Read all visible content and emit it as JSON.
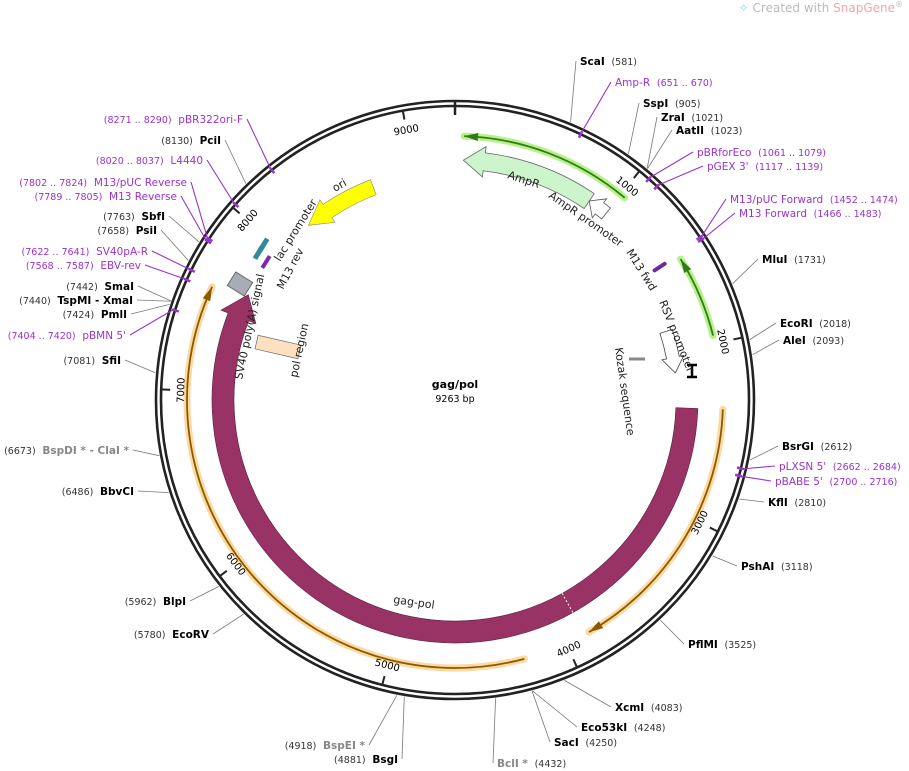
{
  "credit": {
    "prefix": "Created with ",
    "brand": "SnapGene",
    "mark": "®",
    "icon": "snapgene-logo-icon"
  },
  "map": {
    "name": "gag/pol",
    "length": "9263 bp",
    "total_bp": 9263
  },
  "ticks": [
    "1000",
    "2000",
    "3000",
    "4000",
    "5000",
    "6000",
    "7000",
    "8000",
    "9000"
  ],
  "features": {
    "ampr": "AmpR",
    "ampr_promoter": "AmpR promoter",
    "m13_fwd": "M13 fwd",
    "rsv_promoter": "RSV promoter",
    "kozak": "Kozak sequence",
    "gag_pol": "gag-pol",
    "ori": "ori",
    "lac_promoter": "lac promoter",
    "m13_rev": "M13 rev",
    "sv40": "SV40 poly(A) signal",
    "pol_region": "pol region"
  },
  "colors": {
    "gag_pol": "#993366",
    "ampr": "#ccf5cc",
    "ori": "#ffff00",
    "primer": "#9933cc",
    "highlight_green": "#b8f08a",
    "highlight_orange": "#fbd9a0"
  },
  "labels": [
    {
      "kind": "site",
      "name": "ScaI",
      "pos": "(581)",
      "bp": 581
    },
    {
      "kind": "primer",
      "name": "Amp-R",
      "pos": "(651 .. 670)",
      "bp": 651
    },
    {
      "kind": "site",
      "name": "SspI",
      "pos": "(905)",
      "bp": 905
    },
    {
      "kind": "site",
      "name": "ZraI",
      "pos": "(1021)",
      "bp": 1021
    },
    {
      "kind": "site",
      "name": "AatII",
      "pos": "(1023)",
      "bp": 1023
    },
    {
      "kind": "primer",
      "name": "pBRforEco",
      "pos": "(1061 .. 1079)",
      "bp": 1061
    },
    {
      "kind": "primer",
      "name": "pGEX 3'",
      "pos": "(1117 .. 1139)",
      "bp": 1117
    },
    {
      "kind": "primer",
      "name": "M13/pUC Forward",
      "pos": "(1452 .. 1474)",
      "bp": 1452
    },
    {
      "kind": "primer",
      "name": "M13 Forward",
      "pos": "(1466 .. 1483)",
      "bp": 1466
    },
    {
      "kind": "site",
      "name": "MluI",
      "pos": "(1731)",
      "bp": 1731
    },
    {
      "kind": "site",
      "name": "EcoRI",
      "pos": "(2018)",
      "bp": 2018
    },
    {
      "kind": "site",
      "name": "AleI",
      "pos": "(2093)",
      "bp": 2093
    },
    {
      "kind": "site",
      "name": "BsrGI",
      "pos": "(2612)",
      "bp": 2612
    },
    {
      "kind": "primer",
      "name": "pLXSN 5'",
      "pos": "(2662 .. 2684)",
      "bp": 2662
    },
    {
      "kind": "primer",
      "name": "pBABE 5'",
      "pos": "(2700 .. 2716)",
      "bp": 2700
    },
    {
      "kind": "site",
      "name": "KflI",
      "pos": "(2810)",
      "bp": 2810
    },
    {
      "kind": "site",
      "name": "PshAI",
      "pos": "(3118)",
      "bp": 3118
    },
    {
      "kind": "site",
      "name": "PflMI",
      "pos": "(3525)",
      "bp": 3525
    },
    {
      "kind": "site",
      "name": "XcmI",
      "pos": "(4083)",
      "bp": 4083
    },
    {
      "kind": "site",
      "name": "Eco53kI",
      "pos": "(4248)",
      "bp": 4248
    },
    {
      "kind": "site",
      "name": "SacI",
      "pos": "(4250)",
      "bp": 4250
    },
    {
      "kind": "star",
      "name": "BclI *",
      "pos": "(4432)",
      "bp": 4432
    },
    {
      "kind": "site",
      "name": "BsgI",
      "pos": "(4881)",
      "bp": 4881
    },
    {
      "kind": "star",
      "name": "BspEI *",
      "pos": "(4918)",
      "bp": 4918
    },
    {
      "kind": "site",
      "name": "EcoRV",
      "pos": "(5780)",
      "bp": 5780
    },
    {
      "kind": "site",
      "name": "BlpI",
      "pos": "(5962)",
      "bp": 5962
    },
    {
      "kind": "site",
      "name": "BbvCI",
      "pos": "(6486)",
      "bp": 6486
    },
    {
      "kind": "star",
      "name": "BspDI * - ClaI *",
      "pos": "(6673)",
      "bp": 6673
    },
    {
      "kind": "site",
      "name": "SfiI",
      "pos": "(7081)",
      "bp": 7081
    },
    {
      "kind": "primer",
      "name": "pBMN 5'",
      "pos": "(7404 .. 7420)",
      "bp": 7404
    },
    {
      "kind": "site",
      "name": "PmlI",
      "pos": "(7424)",
      "bp": 7424
    },
    {
      "kind": "site",
      "name": "TspMI  - XmaI",
      "pos": "(7440)",
      "bp": 7440
    },
    {
      "kind": "site",
      "name": "SmaI",
      "pos": "(7442)",
      "bp": 7442
    },
    {
      "kind": "primer",
      "name": "EBV-rev",
      "pos": "(7568 .. 7587)",
      "bp": 7568
    },
    {
      "kind": "primer",
      "name": "SV40pA-R",
      "pos": "(7622 .. 7641)",
      "bp": 7622
    },
    {
      "kind": "site",
      "name": "PsiI",
      "pos": "(7658)",
      "bp": 7658
    },
    {
      "kind": "site",
      "name": "SbfI",
      "pos": "(7763)",
      "bp": 7763
    },
    {
      "kind": "primer",
      "name": "M13 Reverse",
      "pos": "(7789 .. 7805)",
      "bp": 7789
    },
    {
      "kind": "primer",
      "name": "M13/pUC Reverse",
      "pos": "(7802 .. 7824)",
      "bp": 7802
    },
    {
      "kind": "primer",
      "name": "L4440",
      "pos": "(8020 .. 8037)",
      "bp": 8020
    },
    {
      "kind": "site",
      "name": "PciI",
      "pos": "(8130)",
      "bp": 8130
    },
    {
      "kind": "primer",
      "name": "pBR322ori-F",
      "pos": "(8271 .. 8290)",
      "bp": 8271
    }
  ]
}
